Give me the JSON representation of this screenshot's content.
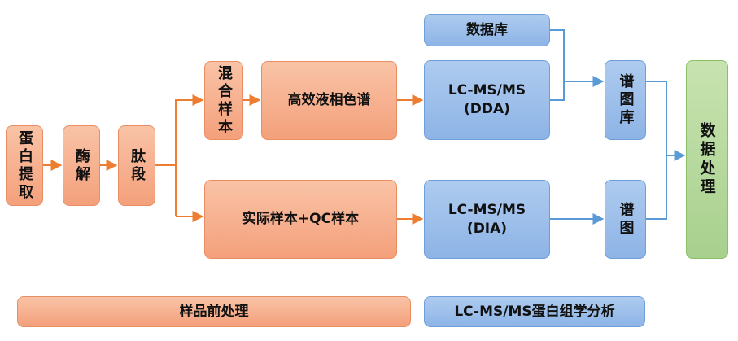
{
  "nodes": {
    "protein_extraction": "蛋白提取",
    "digestion": "酶解",
    "peptides": "肽段",
    "mixed_sample": "混合样本",
    "hplc": "高效液相色谱",
    "actual_qc": "实际样本+QC样本",
    "database": "数据库",
    "dda_line1": "LC-MS/MS",
    "dda_line2": "(DDA)",
    "dia_line1": "LC-MS/MS",
    "dia_line2": "(DIA)",
    "spectral_library": "谱图库",
    "spectra": "谱图",
    "data_processing": "数据处理"
  },
  "legend": {
    "sample_prep": "样品前处理",
    "proteomics": "LC-MS/MS蛋白组学分析"
  },
  "colors": {
    "orange_fill": "#f4a07b",
    "blue_fill": "#8db4e6",
    "green_fill": "#a8d08d",
    "orange_arrow": "#ed7d31",
    "blue_arrow": "#5b9bd5"
  }
}
